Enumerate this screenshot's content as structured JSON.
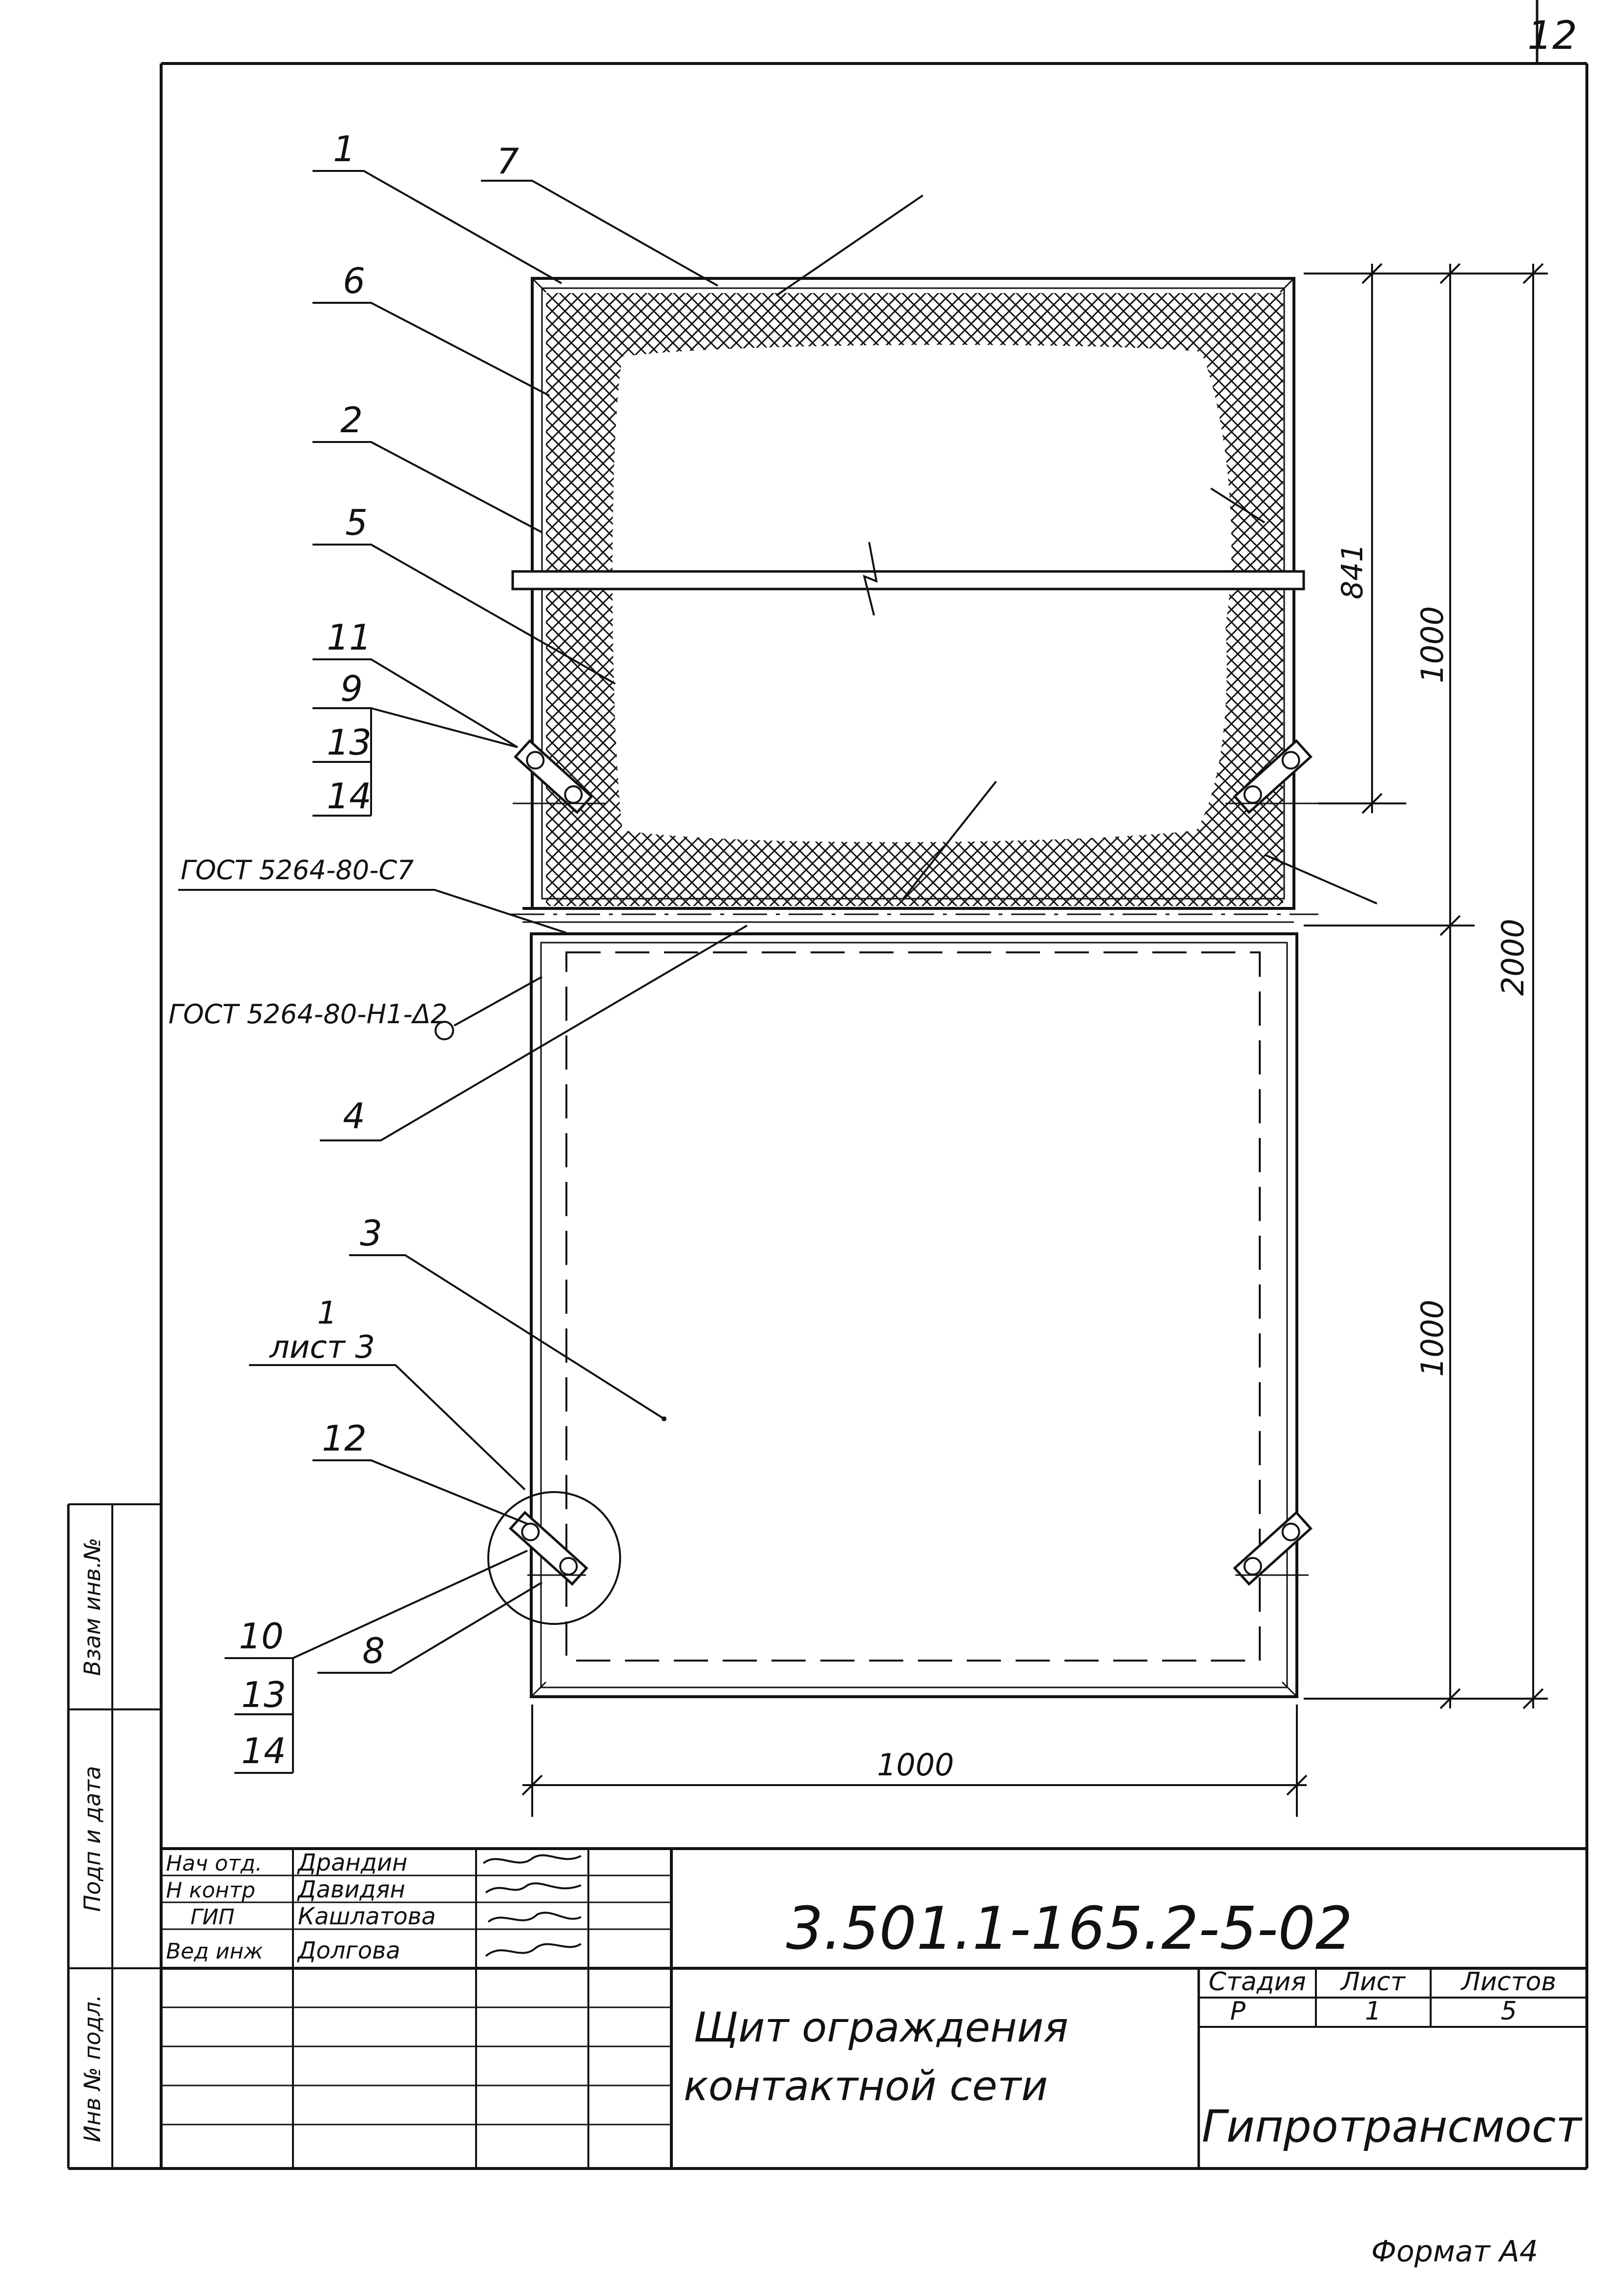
{
  "sheet_number": "12",
  "format_label": "Формат А4",
  "callouts": {
    "c1": "1",
    "c7": "7",
    "c6": "6",
    "c2": "2",
    "c5": "5",
    "c11": "11",
    "c9": "9",
    "c13a": "13",
    "c14a": "14",
    "c4": "4",
    "c3": "3",
    "c1b": "1",
    "list3": "лист 3",
    "c12": "12",
    "c10": "10",
    "c8": "8",
    "c13b": "13",
    "c14b": "14"
  },
  "weld_notes": {
    "weld1": "ГОСТ 5264-80-С7",
    "weld2": "ГОСТ 5264-80-Н1-Δ2"
  },
  "dimensions": {
    "d841": "841",
    "d1000_top": "1000",
    "d2000": "2000",
    "d1000_bottom": "1000",
    "d1000_width": "1000"
  },
  "title_block": {
    "designation": "3.501.1-165.2-5-02",
    "name_line1": "Щит ограждения",
    "name_line2": "контактной сети",
    "organization": "Гипротрансмост",
    "stage_header": "Стадия",
    "sheet_header": "Лист",
    "sheets_header": "Листов",
    "stage_value": "Р",
    "sheet_value": "1",
    "sheets_value": "5",
    "signatures": [
      {
        "role": "Нач отд.",
        "name": "Драндин"
      },
      {
        "role": "Н контр",
        "name": "Давидян"
      },
      {
        "role": "ГИП",
        "name": "Кашлатова"
      },
      {
        "role": "Вед инж",
        "name": "Долгова"
      }
    ]
  },
  "side_stamp": {
    "inv_replace": "Взам инв.№",
    "sign_date": "Подп и дата",
    "inv_original": "Инв № подл."
  }
}
